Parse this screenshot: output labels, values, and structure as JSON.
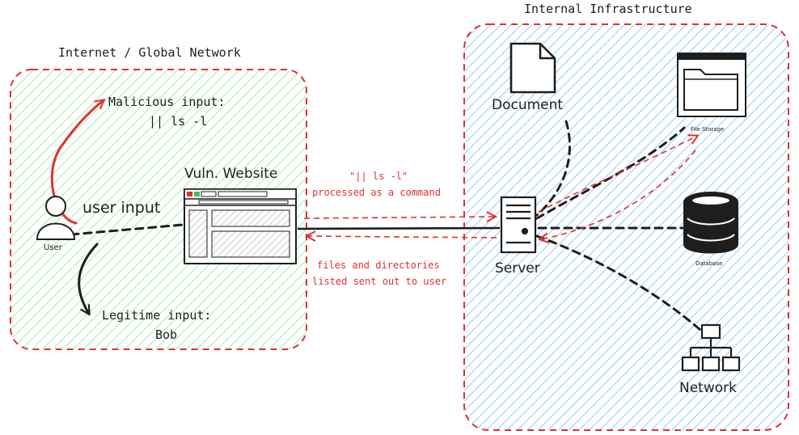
{
  "zones": {
    "internet": {
      "title": "Internet / Global Network",
      "fill": "#b2f2bb",
      "border": "#e03131"
    },
    "internal": {
      "title": "Internal Infrastructure",
      "fill": "#a5d8ff",
      "border": "#e03131"
    }
  },
  "labels": {
    "malicious_line1": "Malicious input:",
    "malicious_line2": "|| ls -l",
    "user_input": "user input",
    "user": "User",
    "legit_line1": "Legitime input:",
    "legit_line2": "Bob",
    "website": "Vuln. Website",
    "cmd_line1": "\"|| ls -l\"",
    "cmd_line2": "processed as a command",
    "resp_line1": "files and directories",
    "resp_line2": "listed sent out to user",
    "server": "Server",
    "document": "Document",
    "file_storage": "File Storage",
    "database": "Database",
    "network": "Network"
  },
  "icons": {
    "user": "user-icon",
    "browser": "browser-window-icon",
    "server": "server-tower-icon",
    "document": "document-icon",
    "file_storage": "folder-window-icon",
    "database": "database-icon",
    "network": "network-tree-icon"
  },
  "colors": {
    "stroke": "#1e1e1e",
    "accent_red": "#e03131"
  }
}
